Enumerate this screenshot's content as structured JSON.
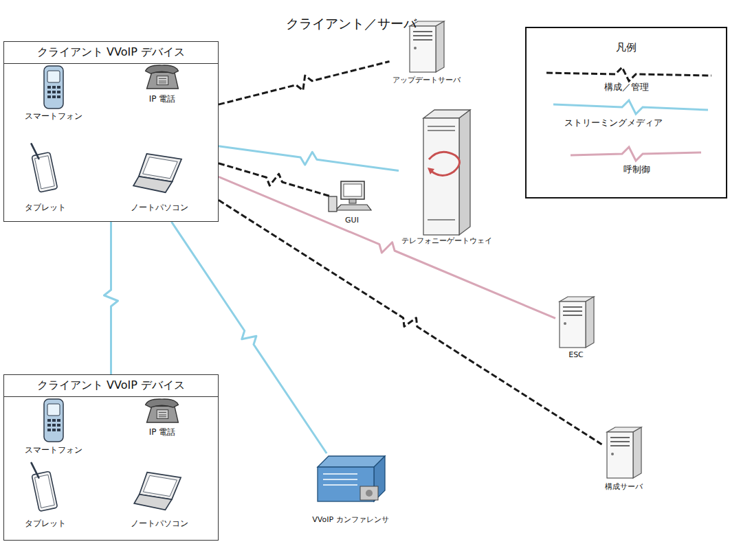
{
  "diagram": {
    "title": "クライアント／サーバ",
    "nodes": [
      {
        "text": [
          "クライアント VVoIP デバイス"
        ]
      },
      {
        "text": [
          "クライアント VVoIP デバイス"
        ]
      },
      {
        "text": [
          "アップデートサーバ"
        ]
      },
      {
        "text": [
          "GUI"
        ]
      },
      {
        "text": [
          "テレフォニーゲートウェイ"
        ]
      },
      {
        "text": [
          "ESC"
        ]
      },
      {
        "text": [
          "構成サーバ"
        ]
      },
      {
        "text": [
          "VVoIP カンファレンサ"
        ]
      }
    ],
    "edges": [
      {
        "from": 0,
        "to": 2,
        "arrow": "none"
      },
      {
        "from": 0,
        "to": 4,
        "arrow": "none"
      },
      {
        "from": 0,
        "to": 3,
        "arrow": "none"
      },
      {
        "from": 0,
        "to": 5,
        "arrow": "none"
      },
      {
        "from": 0,
        "to": 6,
        "arrow": "none"
      },
      {
        "from": 0,
        "to": 7,
        "arrow": "none"
      },
      {
        "from": 0,
        "to": 1,
        "arrow": "none"
      }
    ],
    "labels": [
      "スマートフォン",
      "IP 電話",
      "タブレット",
      "ノートパソコン",
      "スマートフォン",
      "IP 電話",
      "タブレット",
      "ノートパソコン",
      "凡例"
    ],
    "legend": [
      {
        "text": "構成／管理"
      },
      {
        "text": "ストリーミングメディア"
      },
      {
        "text": "呼制御"
      }
    ]
  }
}
